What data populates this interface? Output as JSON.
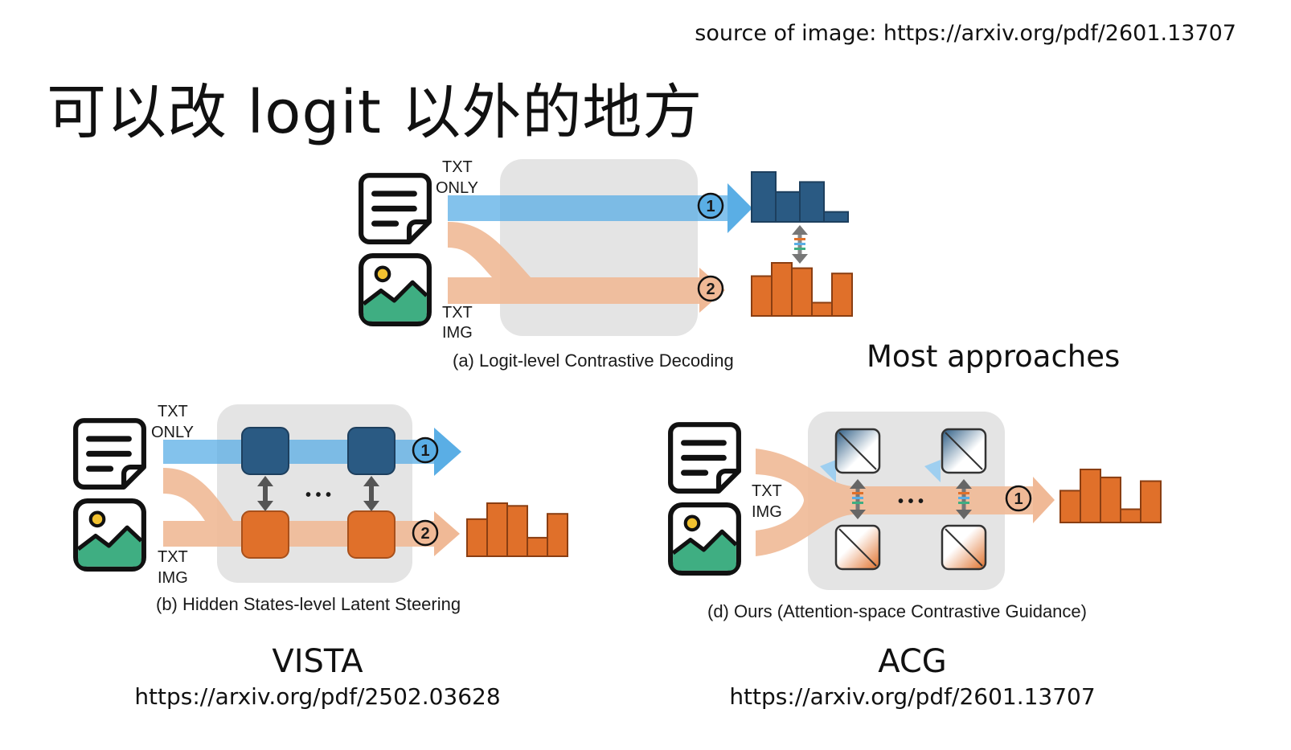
{
  "header": {
    "source": "source of image: https://arxiv.org/pdf/2601.13707",
    "title": "可以改 logit 以外的地方"
  },
  "panel_a": {
    "txt_only_1": "TXT",
    "txt_only_2": "ONLY",
    "txt_img_1": "TXT",
    "txt_img_2": "IMG",
    "step1": "1",
    "step2": "2",
    "caption": "(a) Logit-level Contrastive Decoding",
    "note": "Most approaches",
    "bars_top": [
      1.0,
      0.6,
      0.8,
      0.2
    ],
    "bars_bottom": [
      0.75,
      1.0,
      0.9,
      0.25,
      0.8
    ]
  },
  "panel_b": {
    "txt_only_1": "TXT",
    "txt_only_2": "ONLY",
    "txt_img_1": "TXT",
    "txt_img_2": "IMG",
    "ellipsis": "• • •",
    "step1": "1",
    "step2": "2",
    "caption": "(b) Hidden States-level Latent Steering",
    "name": "VISTA",
    "url": "https://arxiv.org/pdf/2502.03628",
    "bars": [
      0.7,
      1.0,
      0.95,
      0.35,
      0.8
    ]
  },
  "panel_d": {
    "txt_img_1": "TXT",
    "txt_img_2": "IMG",
    "ellipsis": "• • •",
    "step1": "1",
    "caption": "(d) Ours (Attention-space Contrastive Guidance)",
    "name": "ACG",
    "url": "https://arxiv.org/pdf/2601.13707",
    "bars": [
      0.6,
      1.0,
      0.85,
      0.25,
      0.78
    ]
  },
  "colors": {
    "blue_dark": "#2a5a83",
    "blue_flow": "#5aaee5",
    "orange": "#e0702a",
    "orange_flow": "#f0b996",
    "box_bg": "#e4e4e4",
    "green": "#3fae82"
  }
}
